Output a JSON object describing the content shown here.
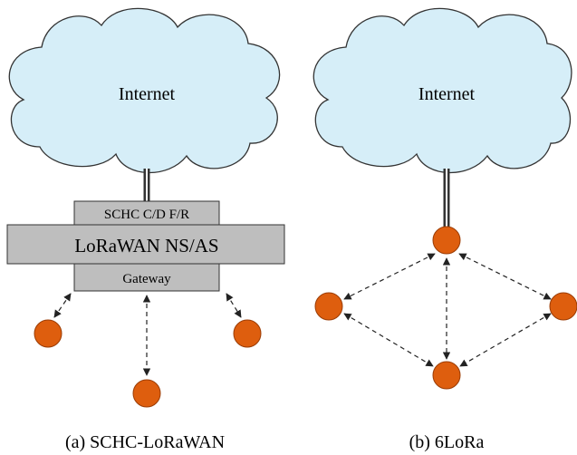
{
  "colors": {
    "cloud_fill": "#d6eef8",
    "cloud_stroke": "#333333",
    "box_fill": "#bebebe",
    "box_stroke": "#333333",
    "node_fill": "#de5e0e",
    "node_stroke": "#9a3c05",
    "link": "#222222"
  },
  "left": {
    "cloud_label": "Internet",
    "layers": {
      "top": "SCHC C/D F/R",
      "middle": "LoRaWAN NS/AS",
      "bottom": "Gateway"
    },
    "caption": "(a) SCHC-LoRaWAN"
  },
  "right": {
    "cloud_label": "Internet",
    "caption": "(b) 6LoRa"
  }
}
